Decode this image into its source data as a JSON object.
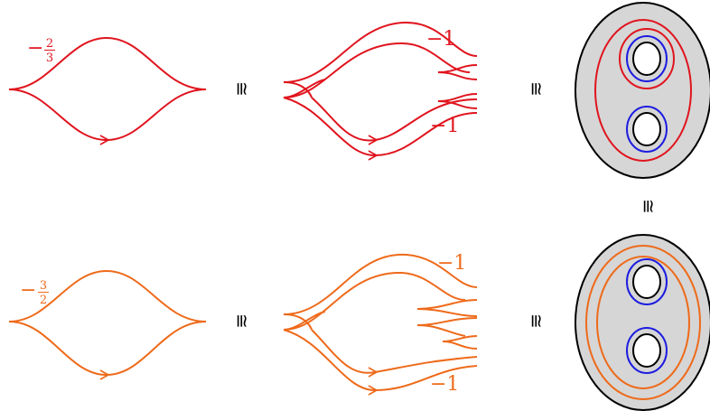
{
  "colors": {
    "red": "#e0141e",
    "orange": "#ee6a1a",
    "blue": "#1c1ce0",
    "surface_fill": "#d6d6d6",
    "outline": "#000000"
  },
  "relation_symbol": "≅",
  "top_row": {
    "front_coefficient": {
      "sign": "−",
      "numerator": "2",
      "denominator": "3"
    },
    "stabilized_upper_coefficient": "−1",
    "stabilized_lower_coefficient": "−1"
  },
  "bottom_row": {
    "front_coefficient": {
      "sign": "−",
      "numerator": "3",
      "denominator": "2"
    },
    "stabilized_upper_coefficient": "−1",
    "stabilized_lower_coefficient": "−1"
  }
}
